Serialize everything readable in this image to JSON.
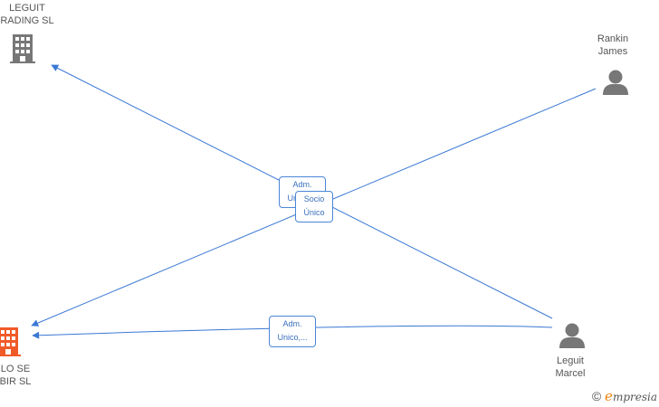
{
  "nodes": {
    "leguit_trading": {
      "line1": "LEGUIT",
      "line2": "RADING  SL",
      "icon": "building-icon",
      "color": "#777777"
    },
    "rankin_james": {
      "line1": "Rankin",
      "line2": "James",
      "icon": "person-icon",
      "color": "#777777"
    },
    "leguit_marcel": {
      "line1": "Leguit",
      "line2": "Marcel",
      "icon": "person-icon",
      "color": "#777777"
    },
    "lo_se": {
      "line1": "LO  SE",
      "line2": "BIR  SL",
      "icon": "building-icon",
      "color": "#f05a28"
    }
  },
  "edge_labels": {
    "adm_unico_top": {
      "line1": "Adm.",
      "line2": "Unico,..."
    },
    "socio_unico": {
      "line1": "Socio",
      "line2": "Único"
    },
    "adm_unico_bottom": {
      "line1": "Adm.",
      "line2": "Unico,..."
    }
  },
  "colors": {
    "edge": "#3a78d4",
    "label_border": "#4a86d8"
  },
  "watermark": {
    "copyright": "©",
    "brand_first": "e",
    "brand_rest": "mpresia"
  }
}
